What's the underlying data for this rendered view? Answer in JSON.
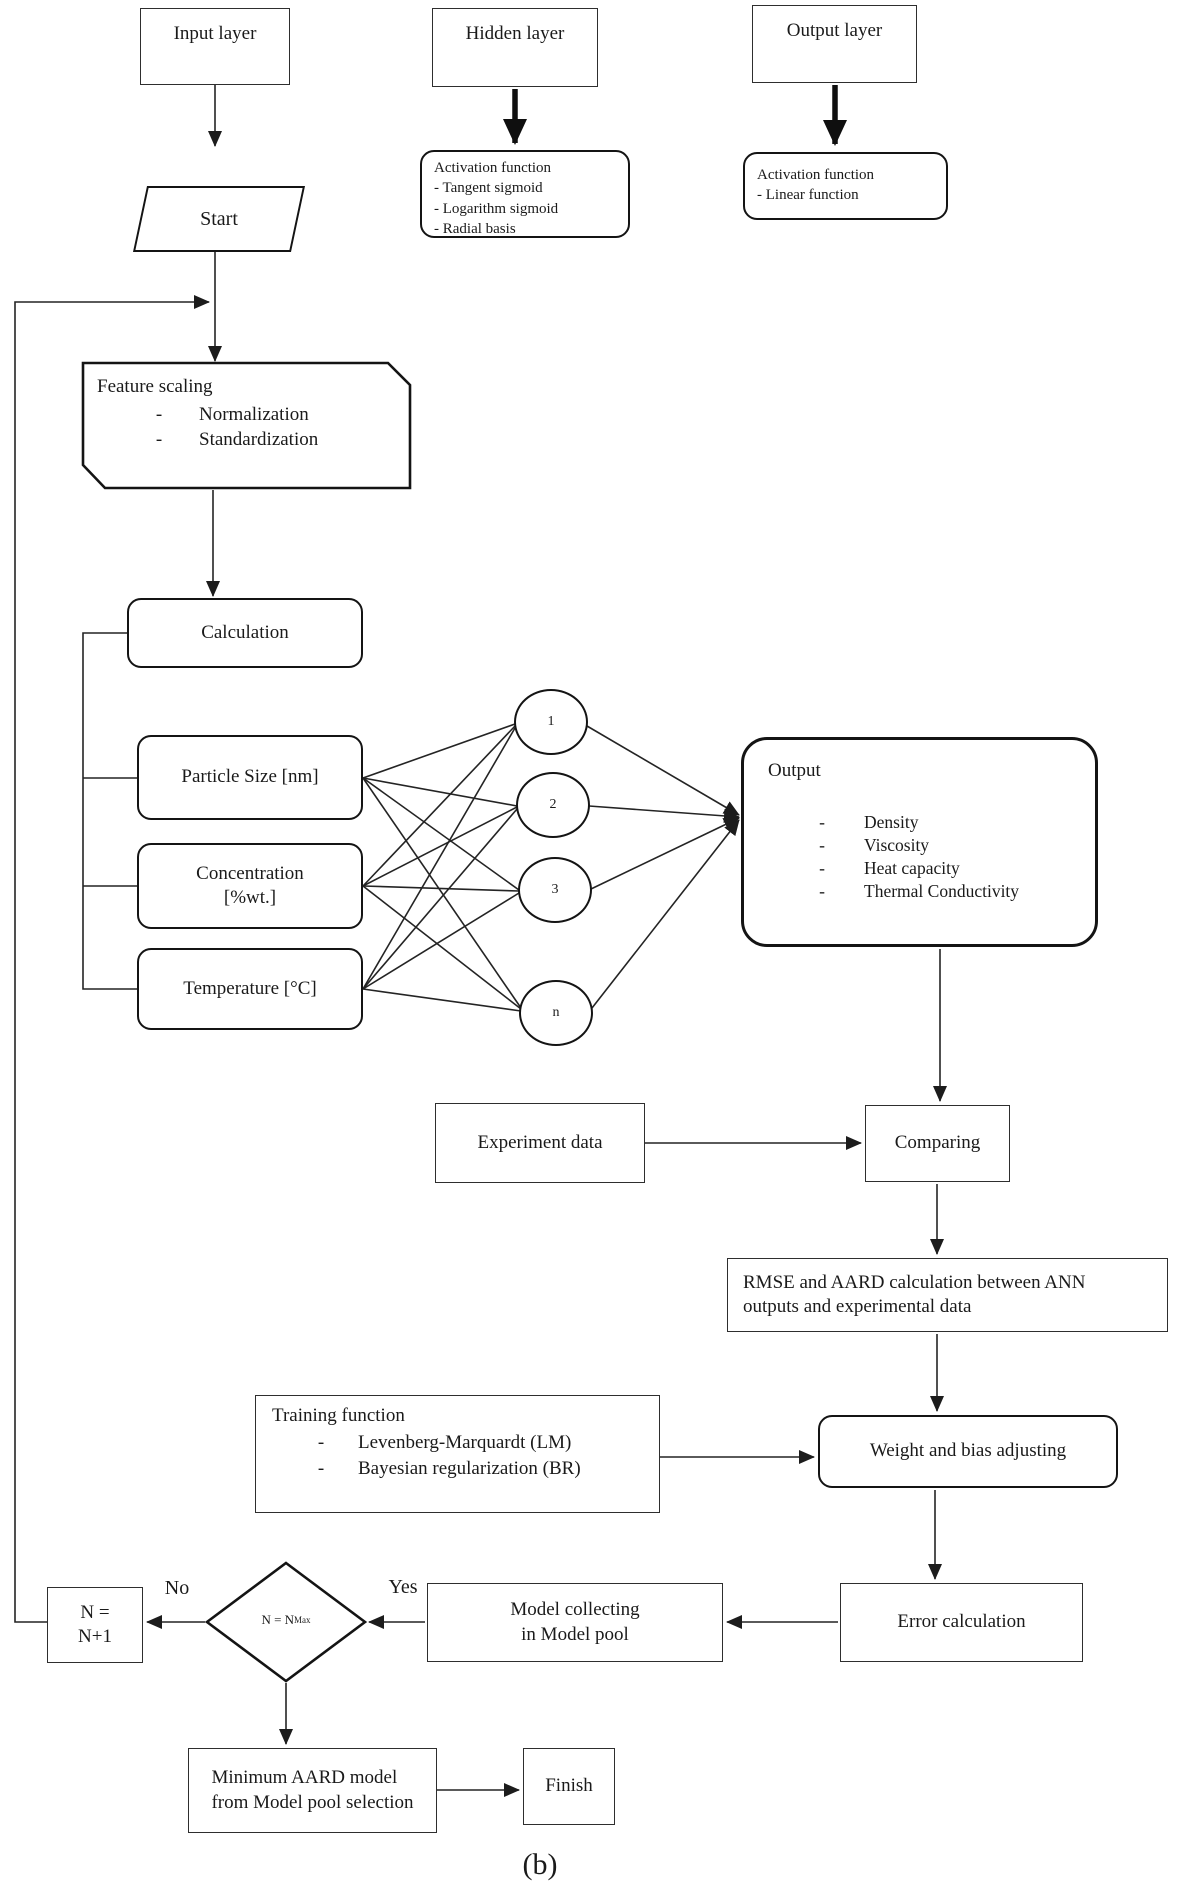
{
  "page": {
    "caption": "(b)"
  },
  "colors": {
    "line": "#242424",
    "bold_line": "#0f0f0f",
    "box_border": "#2e2e2e",
    "background": "#ffffff"
  },
  "top_row": {
    "input_layer": "Input layer",
    "hidden_layer": "Hidden layer",
    "output_layer": "Output layer",
    "hidden_activation": {
      "title": "Activation function",
      "items": [
        "- Tangent sigmoid",
        "- Logarithm sigmoid",
        "- Radial basis"
      ]
    },
    "output_activation": {
      "title": "Activation function",
      "items": [
        "- Linear function"
      ]
    }
  },
  "flow": {
    "start": "Start",
    "feature_scaling": {
      "title": "Feature scaling",
      "items": [
        {
          "bullet": "-",
          "label": "Normalization"
        },
        {
          "bullet": "-",
          "label": "Standardization"
        }
      ]
    },
    "calculation": "Calculation",
    "inputs": {
      "particle": "Particle Size [nm]",
      "concentration": "Concentration\n[%wt.]",
      "temperature": "Temperature [°C]"
    },
    "neurons": [
      "1",
      "2",
      "3",
      "n"
    ],
    "output": {
      "title": "Output",
      "items": [
        {
          "bullet": "-",
          "label": "Density"
        },
        {
          "bullet": "-",
          "label": "Viscosity"
        },
        {
          "bullet": "-",
          "label": "Heat capacity"
        },
        {
          "bullet": "-",
          "label": "Thermal Conductivity"
        }
      ]
    },
    "experiment_data": "Experiment data",
    "comparing": "Comparing",
    "rmse": "RMSE and AARD calculation between ANN\noutputs and experimental data",
    "training": {
      "title": "Training function",
      "items": [
        {
          "bullet": "-",
          "label": "Levenberg-Marquardt (LM)"
        },
        {
          "bullet": "-",
          "label": "Bayesian regularization (BR)"
        }
      ]
    },
    "weight_bias": "Weight and bias adjusting",
    "error_calculation": "Error calculation",
    "decision": {
      "base": "N = N",
      "subscript": "Max"
    },
    "branch_no": "No",
    "branch_yes": "Yes",
    "n_increment": "N =\nN+1",
    "model_collecting": "Model collecting\nin Model pool",
    "min_aard": "Minimum AARD model\nfrom Model pool selection",
    "finish": "Finish"
  }
}
